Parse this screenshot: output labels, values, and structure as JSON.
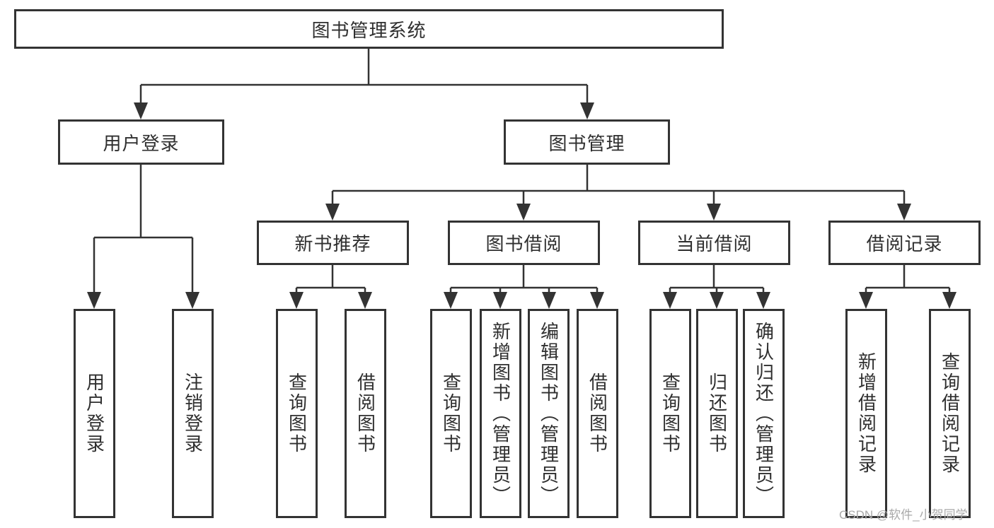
{
  "diagram": {
    "type": "hierarchy-tree",
    "root": {
      "label": "图书管理系统",
      "children": [
        {
          "label": "用户登录",
          "children": [
            {
              "label": "用户登录"
            },
            {
              "label": "注销登录"
            }
          ]
        },
        {
          "label": "图书管理",
          "children": [
            {
              "label": "新书推荐",
              "children": [
                {
                  "label": "查询图书"
                },
                {
                  "label": "借阅图书"
                }
              ]
            },
            {
              "label": "图书借阅",
              "children": [
                {
                  "label": "查询图书"
                },
                {
                  "label": "新增图书（管理员）"
                },
                {
                  "label": "编辑图书（管理员）"
                },
                {
                  "label": "借阅图书"
                }
              ]
            },
            {
              "label": "当前借阅",
              "children": [
                {
                  "label": "查询图书"
                },
                {
                  "label": "归还图书"
                },
                {
                  "label": "确认归还（管理员）"
                }
              ]
            },
            {
              "label": "借阅记录",
              "children": [
                {
                  "label": "新增借阅记录"
                },
                {
                  "label": "查询借阅记录"
                }
              ]
            }
          ]
        }
      ]
    }
  },
  "watermark": {
    "text": "CSDN @软件_小贺同学"
  },
  "colors": {
    "line": "#333333",
    "box_fill": "#ffffff",
    "text": "#2f2f2f",
    "watermark": "#a9a9a9"
  }
}
